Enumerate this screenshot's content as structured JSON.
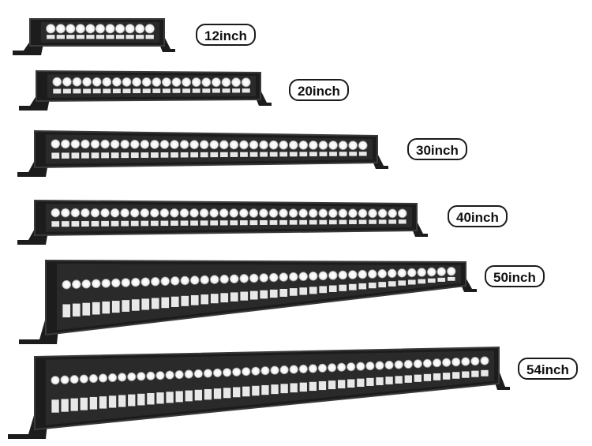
{
  "colors": {
    "housing": "#1c1c1c",
    "housing_edge": "#3a3a3a",
    "lens": "#f4f4f4",
    "led_strip": "#e8e8e8",
    "label_border": "#1a1a1a"
  },
  "products": [
    {
      "id": "12",
      "label": "12inch"
    },
    {
      "id": "20",
      "label": "20inch"
    },
    {
      "id": "30",
      "label": "30inch"
    },
    {
      "id": "40",
      "label": "40inch"
    },
    {
      "id": "50",
      "label": "50inch"
    },
    {
      "id": "54",
      "label": "54inch"
    }
  ]
}
